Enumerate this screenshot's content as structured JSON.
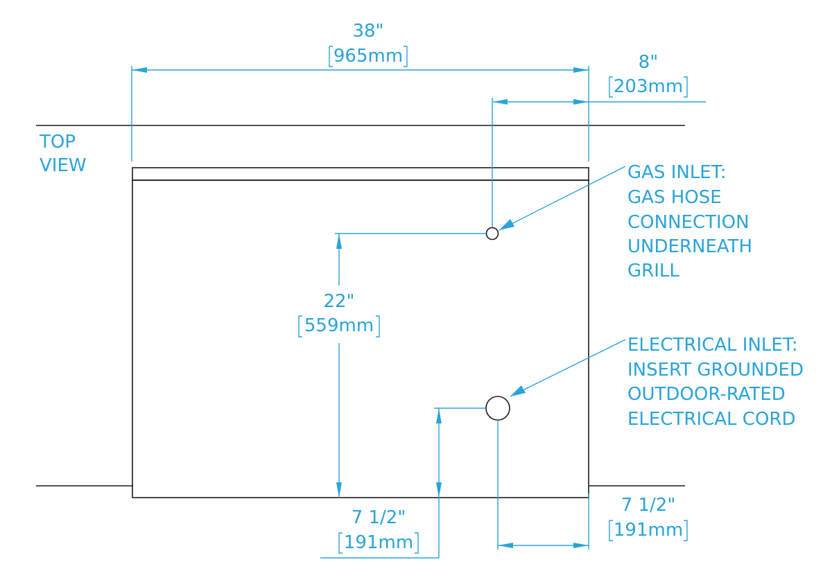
{
  "view_label": [
    "TOP",
    "VIEW"
  ],
  "dimensions": {
    "width": {
      "imperial": "38\"",
      "metric": "965mm"
    },
    "gas_offset_side": {
      "imperial": "8\"",
      "metric": "203mm"
    },
    "gas_offset_front": {
      "imperial": "22\"",
      "metric": "559mm"
    },
    "electrical_offset_front": {
      "imperial": "7 1/2\"",
      "metric": "191mm"
    },
    "electrical_offset_side": {
      "imperial": "7 1/2\"",
      "metric": "191mm"
    }
  },
  "callouts": {
    "gas_inlet": [
      "GAS INLET:",
      "GAS HOSE",
      "CONNECTION",
      "UNDERNEATH",
      "GRILL"
    ],
    "electrical_inlet": [
      "ELECTRICAL INLET:",
      "INSERT GROUNDED",
      "OUTDOOR-RATED",
      "ELECTRICAL CORD"
    ]
  },
  "colors": {
    "dimension": "#29a3d9",
    "outline": "#1a1a1a",
    "background": "#ffffff"
  }
}
